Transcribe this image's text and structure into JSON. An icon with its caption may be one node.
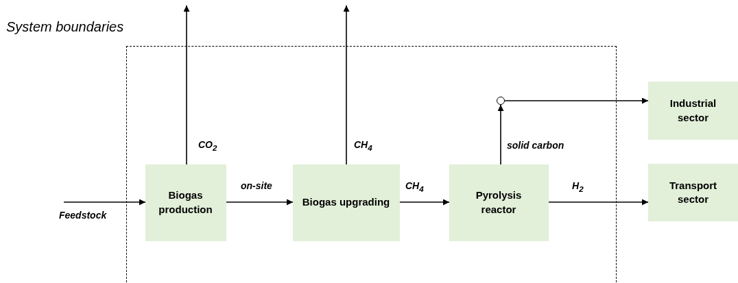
{
  "diagram": {
    "nodes": [
      {
        "text": [
          "System boundaries"
        ]
      },
      {
        "text": [
          "Biogas production"
        ],
        "in": 0
      },
      {
        "text": [
          "Biogas upgrading"
        ],
        "in": 0
      },
      {
        "text": [
          "Pyrolysis reactor"
        ],
        "in": 0
      },
      {
        "text": [],
        "shape": "circle",
        "in": 0
      },
      {
        "text": [
          "Industrial sector"
        ]
      },
      {
        "text": [
          "Transport sector"
        ]
      }
    ],
    "edges": [
      {
        "from": null,
        "to": 1,
        "arrow": "to",
        "label": "Feedstock"
      },
      {
        "from": 1,
        "to": null,
        "arrow": "to",
        "label": "CO$_{2}$"
      },
      {
        "from": 1,
        "to": 2,
        "arrow": "to",
        "label": "on-site"
      },
      {
        "from": 2,
        "to": null,
        "arrow": "to",
        "label": "CH$_{4}$"
      },
      {
        "from": 2,
        "to": 3,
        "arrow": "to",
        "label": "CH$_{4}$"
      },
      {
        "from": 3,
        "to": 4,
        "arrow": "to",
        "label": "solid carbon"
      },
      {
        "from": 4,
        "to": 5,
        "arrow": "to"
      },
      {
        "from": 3,
        "to": 6,
        "arrow": "to",
        "label": "H$_{2}$"
      }
    ]
  }
}
